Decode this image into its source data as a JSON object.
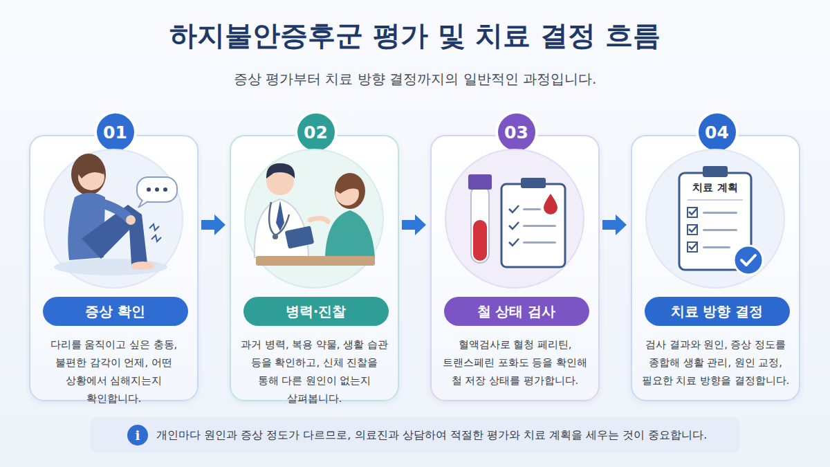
{
  "diagram": {
    "title": "하지불안증후군 평가 및 치료 결정 흐름",
    "caption": "증상 평가부터 치료 방향 결정까지의 일반적인 과정입니다.",
    "nodes": [
      {
        "text": [
          "다리를 움직이고 싶은 충동, 불편한 감각이 언제, 어떤 상황에서 심해지는지 확인합니다."
        ]
      },
      {
        "text": [
          "01"
        ],
        "in": 0
      },
      {
        "text": [
          "증상 확인"
        ],
        "in": 0
      },
      {
        "text": [
          "과거 병력, 복용 약물, 생활 습관 등을 확인하고, 신체 진찰을 통해 다른 원인이 없는지 살펴봅니다."
        ]
      },
      {
        "text": [
          "02"
        ],
        "in": 3
      },
      {
        "text": [
          "병력·진찰"
        ],
        "in": 3
      },
      {
        "text": [
          "혈액검사로 혈청 페리틴, 트랜스페린 포화도 등을 확인해 철 저장 상태를 평가합니다."
        ]
      },
      {
        "text": [
          "03"
        ],
        "in": 6
      },
      {
        "text": [
          "철 상태 검사"
        ],
        "in": 6
      },
      {
        "text": [
          "검사 결과와 원인, 증상 정도를 종합해 생활 관리, 원인 교정, 필요한 치료 방향을 결정합니다."
        ]
      },
      {
        "text": [
          "04"
        ],
        "in": 9
      },
      {
        "text": [
          "치료 방향 결정"
        ],
        "in": 9
      },
      {
        "text": [
          "개인마다 원인과 증상 정도가 다르므로, 의료진과 상담하여 적절한 평가와 치료 계획을 세우는 것이 중요합니다."
        ]
      },
      {
        "text": [
          "i"
        ],
        "in": 12
      }
    ],
    "edges": [
      {
        "from": 0,
        "to": 3,
        "arrow": "to"
      },
      {
        "from": 3,
        "to": 6,
        "arrow": "to"
      },
      {
        "from": 6,
        "to": 9,
        "arrow": "to"
      }
    ],
    "labels": [
      "치료 계획"
    ]
  }
}
